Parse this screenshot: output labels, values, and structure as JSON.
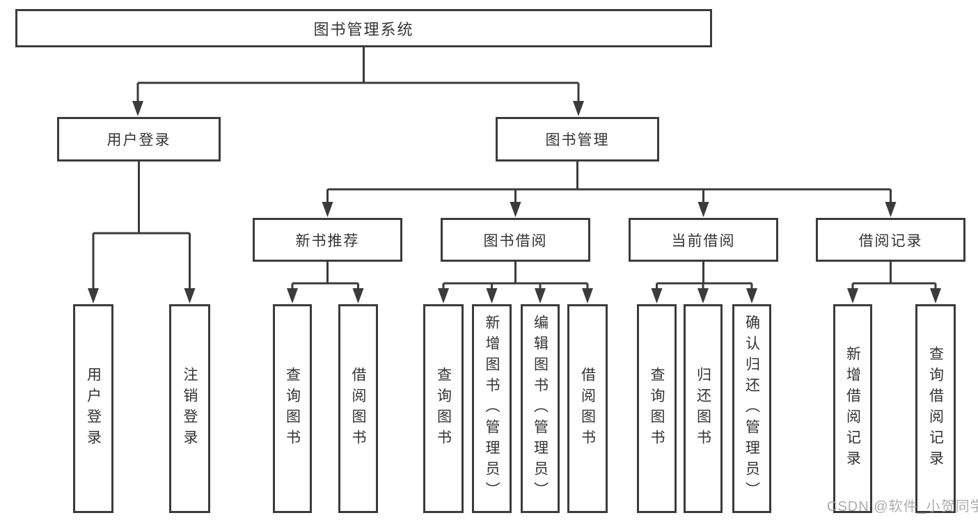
{
  "diagram": {
    "root": {
      "label": "图书管理系统"
    },
    "level1": [
      {
        "label": "用户登录"
      },
      {
        "label": "图书管理"
      }
    ],
    "level2": [
      {
        "label": "新书推荐",
        "parent": "图书管理"
      },
      {
        "label": "图书借阅",
        "parent": "图书管理"
      },
      {
        "label": "当前借阅",
        "parent": "图书管理"
      },
      {
        "label": "借阅记录",
        "parent": "图书管理"
      }
    ],
    "leaves": [
      {
        "label": "用户登录",
        "parent": "用户登录"
      },
      {
        "label": "注销登录",
        "parent": "用户登录"
      },
      {
        "label": "查询图书",
        "parent": "新书推荐"
      },
      {
        "label": "借阅图书",
        "parent": "新书推荐"
      },
      {
        "label": "查询图书",
        "parent": "图书借阅"
      },
      {
        "label": "新增图书（管理员）",
        "parent": "图书借阅"
      },
      {
        "label": "编辑图书（管理员）",
        "parent": "图书借阅"
      },
      {
        "label": "借阅图书",
        "parent": "图书借阅"
      },
      {
        "label": "查询图书",
        "parent": "当前借阅"
      },
      {
        "label": "归还图书",
        "parent": "当前借阅"
      },
      {
        "label": "确认归还（管理员）",
        "parent": "当前借阅"
      },
      {
        "label": "新增借阅记录",
        "parent": "借阅记录"
      },
      {
        "label": "查询借阅记录",
        "parent": "借阅记录"
      }
    ]
  },
  "watermark": {
    "text": "CSDN @软件_小贺同学"
  },
  "colors": {
    "line": "#3b3b3b",
    "text": "#333333",
    "background": "#ffffff",
    "watermark": "#9e9e9e"
  }
}
